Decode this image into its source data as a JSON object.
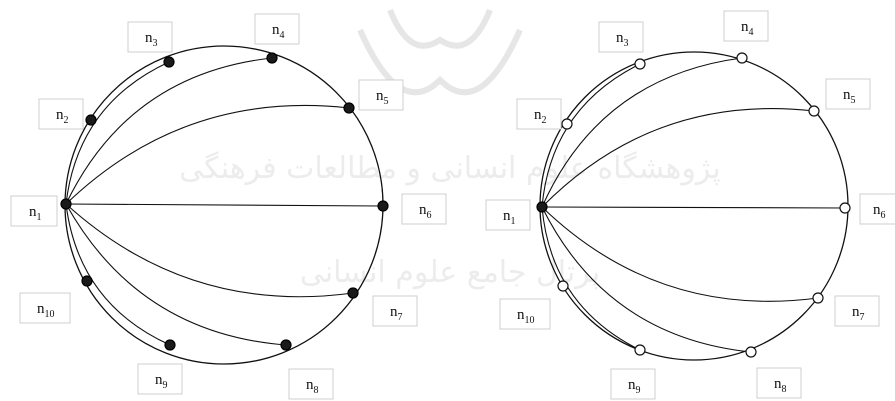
{
  "watermark": {
    "text_line1": "پژوهشگاه علوم انسانی و مطالعات فرهنگی",
    "text_line2": "پرتال جامع علوم انسانی"
  },
  "diagrams": [
    {
      "id": "left",
      "node_style": "filled",
      "nodes": [
        {
          "id": "n1",
          "base": "n",
          "sub": "1"
        },
        {
          "id": "n2",
          "base": "n",
          "sub": "2"
        },
        {
          "id": "n3",
          "base": "n",
          "sub": "3"
        },
        {
          "id": "n4",
          "base": "n",
          "sub": "4"
        },
        {
          "id": "n5",
          "base": "n",
          "sub": "5"
        },
        {
          "id": "n6",
          "base": "n",
          "sub": "6"
        },
        {
          "id": "n7",
          "base": "n",
          "sub": "7"
        },
        {
          "id": "n8",
          "base": "n",
          "sub": "8"
        },
        {
          "id": "n9",
          "base": "n",
          "sub": "9"
        },
        {
          "id": "n10",
          "base": "n",
          "sub": "10"
        }
      ],
      "edges": [
        [
          "n1",
          "n3"
        ],
        [
          "n1",
          "n4"
        ],
        [
          "n1",
          "n5"
        ],
        [
          "n1",
          "n6"
        ],
        [
          "n1",
          "n7"
        ],
        [
          "n1",
          "n8"
        ],
        [
          "n1",
          "n9"
        ]
      ]
    },
    {
      "id": "right",
      "node_style": "open",
      "nodes": [
        {
          "id": "n1",
          "base": "n",
          "sub": "1"
        },
        {
          "id": "n2",
          "base": "n",
          "sub": "2"
        },
        {
          "id": "n3",
          "base": "n",
          "sub": "3"
        },
        {
          "id": "n4",
          "base": "n",
          "sub": "4"
        },
        {
          "id": "n5",
          "base": "n",
          "sub": "5"
        },
        {
          "id": "n6",
          "base": "n",
          "sub": "6"
        },
        {
          "id": "n7",
          "base": "n",
          "sub": "7"
        },
        {
          "id": "n8",
          "base": "n",
          "sub": "8"
        },
        {
          "id": "n9",
          "base": "n",
          "sub": "9"
        },
        {
          "id": "n10",
          "base": "n",
          "sub": "10"
        }
      ],
      "edges": [
        [
          "n1",
          "n3"
        ],
        [
          "n1",
          "n4"
        ],
        [
          "n1",
          "n5"
        ],
        [
          "n1",
          "n6"
        ],
        [
          "n1",
          "n7"
        ],
        [
          "n1",
          "n8"
        ],
        [
          "n1",
          "n9"
        ]
      ]
    }
  ]
}
